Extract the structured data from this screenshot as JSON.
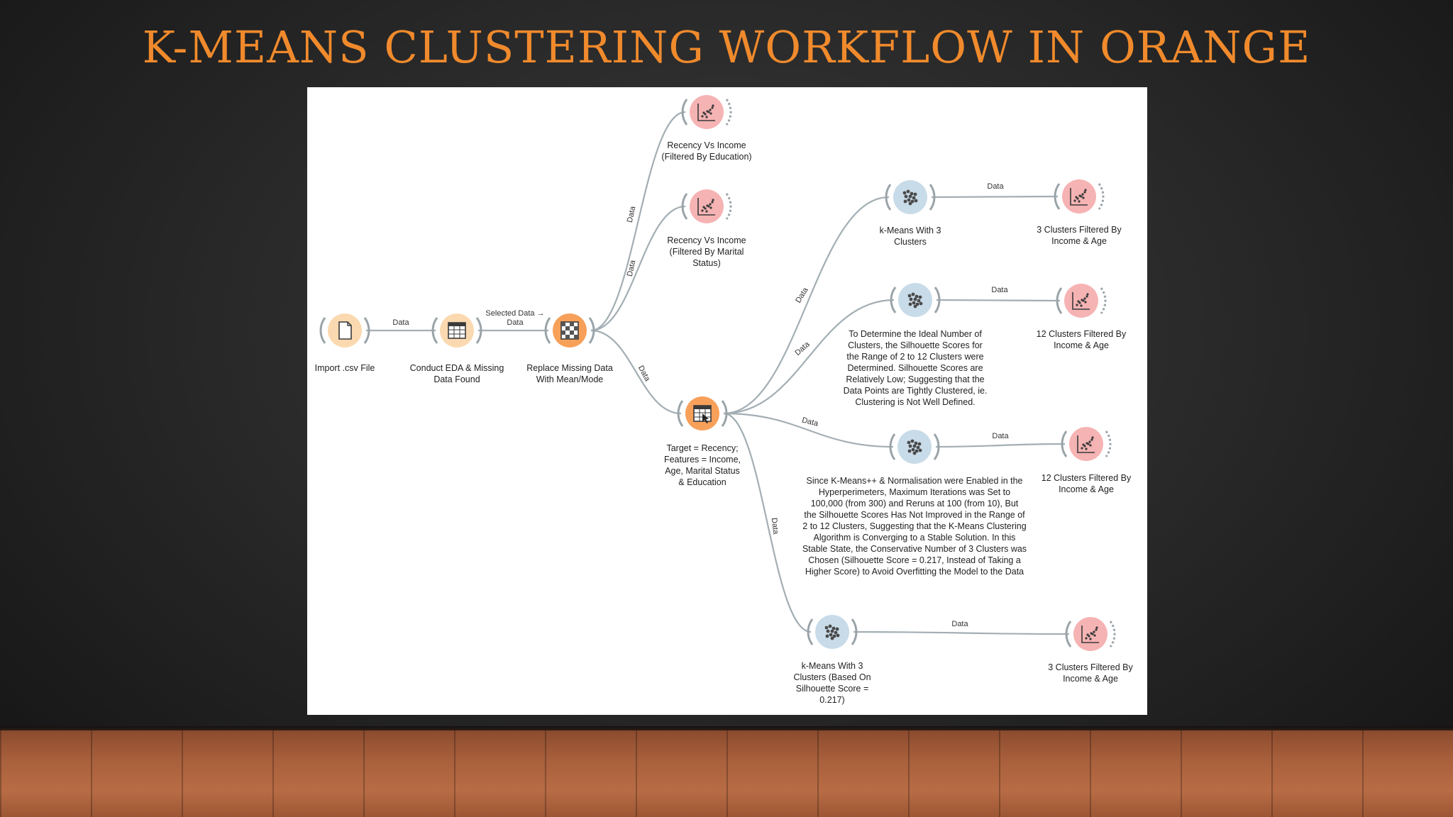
{
  "slide": {
    "title": "K-MEANS CLUSTERING WORKFLOW IN ORANGE"
  },
  "colors": {
    "title": "#f08a2c",
    "edge": "#a3aeb4",
    "file_widget": "#fbd9b0",
    "data_widget": "#f7a05a",
    "cluster_widget": "#c8dbe8",
    "plot_widget": "#f6b3b3"
  },
  "workflow": {
    "nodes": [
      {
        "id": "import",
        "icon": "file-icon",
        "kind": "file",
        "label": "Import .csv File"
      },
      {
        "id": "eda",
        "icon": "data-table-icon",
        "kind": "file",
        "label": "Conduct EDA & Missing\nData Found"
      },
      {
        "id": "impute",
        "icon": "impute-icon",
        "kind": "data",
        "label": "Replace Missing Data\nWith Mean/Mode"
      },
      {
        "id": "scatter1",
        "icon": "scatter-plot-icon",
        "kind": "plot",
        "label": "Recency Vs Income\n(Filtered By Education)"
      },
      {
        "id": "scatter2",
        "icon": "scatter-plot-icon",
        "kind": "plot",
        "label": "Recency Vs Income\n(Filtered By Marital\nStatus)"
      },
      {
        "id": "select",
        "icon": "select-columns-icon",
        "kind": "data",
        "label": "Target = Recency;\nFeatures = Income,\nAge, Marital Status\n& Education"
      },
      {
        "id": "km1",
        "icon": "kmeans-icon",
        "kind": "cluster",
        "label": "k-Means With 3\nClusters"
      },
      {
        "id": "km2",
        "icon": "kmeans-icon",
        "kind": "cluster",
        "label": "To Determine the Ideal Number of\nClusters, the Silhouette Scores for\nthe Range of 2 to 12 Clusters were\nDetermined. Silhouette Scores are\nRelatively Low; Suggesting that the\nData Points are Tightly Clustered, ie.\nClustering is Not Well Defined."
      },
      {
        "id": "km3",
        "icon": "kmeans-icon",
        "kind": "cluster",
        "label": "Since K-Means++ & Normalisation were Enabled in the\nHyperperimeters, Maximum Iterations was Set to\n100,000 (from 300) and Reruns at 100 (from 10), But\nthe Silhouette Scores Has Not Improved in the Range of\n2 to 12 Clusters, Suggesting that the K-Means Clustering\nAlgorithm is Converging to a Stable Solution. In this\nStable State, the Conservative Number of 3 Clusters was\nChosen (Silhouette Score = 0.217, Instead of Taking a\nHigher Score) to Avoid Overfitting the Model to the Data"
      },
      {
        "id": "km4",
        "icon": "kmeans-icon",
        "kind": "cluster",
        "label": "k-Means With 3\nClusters (Based On\nSilhouette Score =\n0.217)"
      },
      {
        "id": "sp1",
        "icon": "scatter-plot-icon",
        "kind": "plot",
        "label": "3 Clusters Filtered By\nIncome & Age"
      },
      {
        "id": "sp2",
        "icon": "scatter-plot-icon",
        "kind": "plot",
        "label": "12 Clusters Filtered By\nIncome & Age"
      },
      {
        "id": "sp3",
        "icon": "scatter-plot-icon",
        "kind": "plot",
        "label": "12 Clusters Filtered By\nIncome & Age"
      },
      {
        "id": "sp4",
        "icon": "scatter-plot-icon",
        "kind": "plot",
        "label": "3 Clusters Filtered By\nIncome & Age"
      }
    ],
    "edges": [
      {
        "from": "import",
        "to": "eda",
        "label": "Data"
      },
      {
        "from": "eda",
        "to": "impute",
        "label": "Selected Data →\nData"
      },
      {
        "from": "impute",
        "to": "scatter1",
        "label": "Data"
      },
      {
        "from": "impute",
        "to": "scatter2",
        "label": "Data"
      },
      {
        "from": "impute",
        "to": "select",
        "label": "Data"
      },
      {
        "from": "select",
        "to": "km1",
        "label": "Data"
      },
      {
        "from": "select",
        "to": "km2",
        "label": "Data"
      },
      {
        "from": "select",
        "to": "km3",
        "label": "Data"
      },
      {
        "from": "select",
        "to": "km4",
        "label": "Data"
      },
      {
        "from": "km1",
        "to": "sp1",
        "label": "Data"
      },
      {
        "from": "km2",
        "to": "sp2",
        "label": "Data"
      },
      {
        "from": "km3",
        "to": "sp3",
        "label": "Data"
      },
      {
        "from": "km4",
        "to": "sp4",
        "label": "Data"
      }
    ]
  }
}
